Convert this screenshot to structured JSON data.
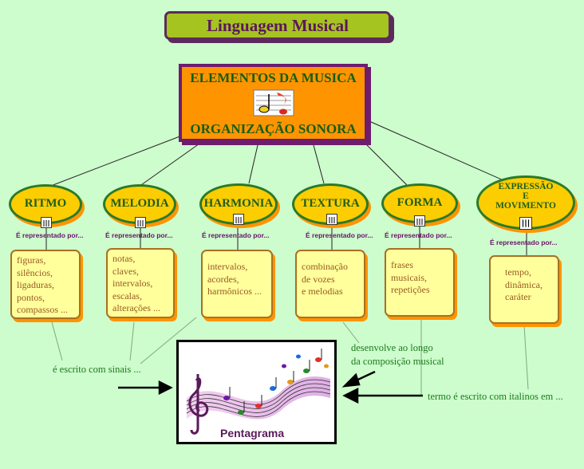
{
  "title": "Linguagem Musical",
  "central": {
    "line1": "ELEMENTOS DA MUSICA",
    "line2": "ORGANIZAÇÃO SONORA"
  },
  "elements": [
    {
      "label": "RITMO",
      "represented": "É representado por...",
      "items": "figuras,\nsilêncios,\nligaduras,\npontos,\ncompassos ..."
    },
    {
      "label": "MELODIA",
      "represented": "É representado por...",
      "items": "notas,\nclaves,\nintervalos,\nescalas,\nalterações ..."
    },
    {
      "label": "HARMONIA",
      "represented": "É representado por...",
      "items": "intervalos,\nacordes,\nharmônicos ..."
    },
    {
      "label": "TEXTURA",
      "represented": "É representado por...",
      "items": "combinação\nde vozes\ne melodias"
    },
    {
      "label": "FORMA",
      "represented": "É representado por...",
      "items": "frases\nmusicais,\nrepetições"
    },
    {
      "label": "EXPRESSÃO\nE\nMOVIMENTO",
      "represented": "É representado por...",
      "items": "tempo,\ndinâmica,\ncaráter"
    }
  ],
  "links": {
    "escrito_sinais": "é escrito com sinais ...",
    "desenvolve": "desenvolve ao longo\nda composição musical",
    "italianos": "termo é escrito com italinos em ..."
  },
  "pentagrama": {
    "label": "Pentagrama"
  },
  "colors": {
    "background": "#cdfccd",
    "title_bg": "#a6c420",
    "central_bg": "#fe9400",
    "oval_bg": "#fccd00",
    "box_bg": "#ffff9c",
    "text_green": "#1f7a1f",
    "purple": "#6a126a"
  }
}
